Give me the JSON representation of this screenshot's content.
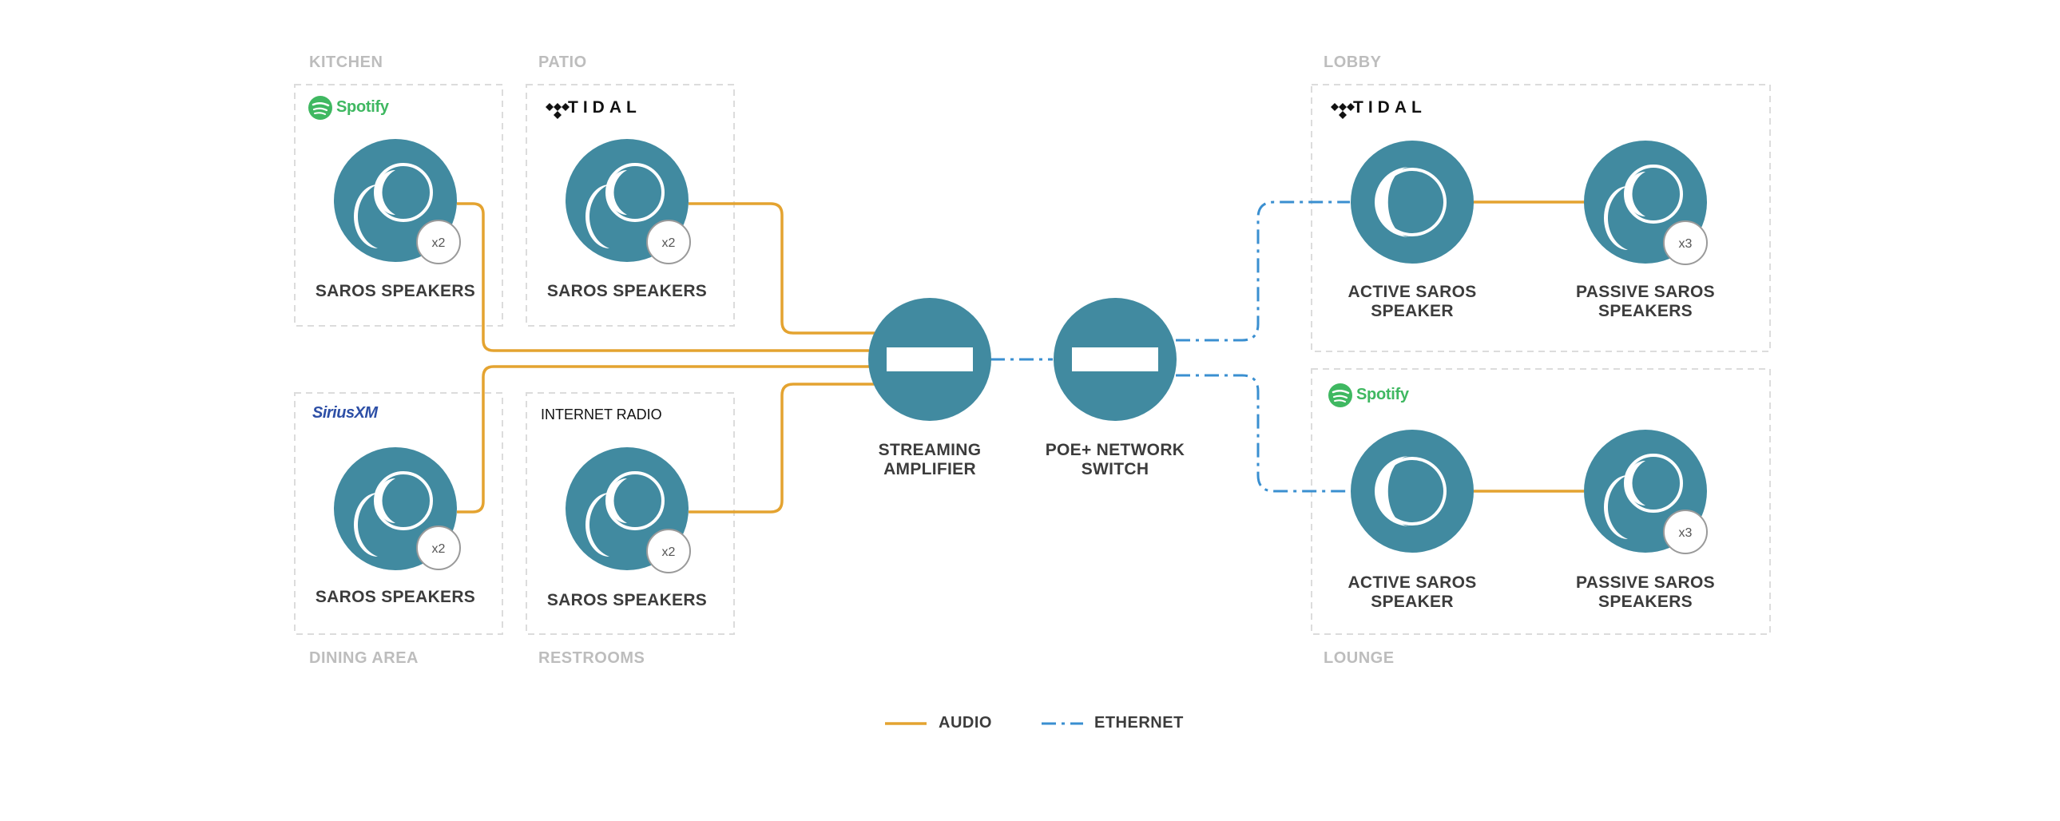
{
  "zones": {
    "kitchen": "KITCHEN",
    "patio": "PATIO",
    "lobby": "LOBBY",
    "dining": "DINING AREA",
    "restrooms": "RESTROOMS",
    "lounge": "LOUNGE"
  },
  "brands": {
    "spotify": "Spotify",
    "tidal": "TIDAL",
    "siriusxm": "SiriusXM",
    "internet_radio": "INTERNET RADIO"
  },
  "devices": {
    "saros_speakers": "SAROS SPEAKERS",
    "active_line1": "ACTIVE SAROS",
    "active_line2": "SPEAKER",
    "passive_line1": "PASSIVE SAROS",
    "passive_line2": "SPEAKERS",
    "amp_line1": "STREAMING",
    "amp_line2": "AMPLIFIER",
    "switch_line1": "POE+ NETWORK",
    "switch_line2": "SWITCH"
  },
  "counts": {
    "kitchen": "x2",
    "patio": "x2",
    "dining": "x2",
    "restrooms": "x2",
    "lobby_passive": "x3",
    "lounge_passive": "x3"
  },
  "legend": {
    "audio": "AUDIO",
    "ethernet": "ETHERNET"
  },
  "colors": {
    "device": "#418aa0",
    "audio": "#e4a330",
    "ethernet": "#3a8fd0",
    "zone_border": "#dcdcdc",
    "zone_label": "#bdbdbd"
  },
  "icons": {
    "speaker": "speaker-icon",
    "amplifier": "amplifier-icon",
    "switch": "network-switch-icon"
  }
}
